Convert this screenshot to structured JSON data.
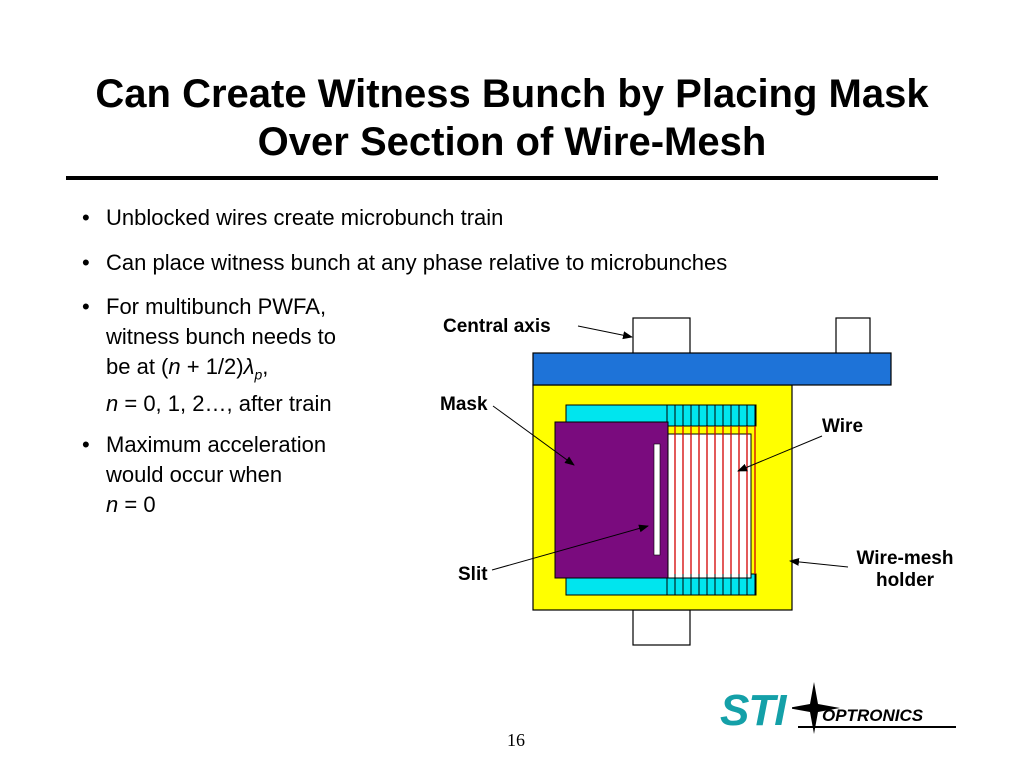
{
  "title": {
    "line1": "Can Create Witness Bunch by Placing Mask",
    "line2": "Over Section of Wire-Mesh"
  },
  "bullets": {
    "b1": "Unblocked wires create microbunch train",
    "b2": "Can place witness bunch at any phase relative to microbunches",
    "b3_line1": "For multibunch PWFA,",
    "b3_line2": "witness bunch needs to",
    "b3_line3_pre": "be at (",
    "b3_line3_n": "n",
    "b3_line3_mid": " + 1/2)",
    "b3_line3_lambda": "λ",
    "b3_line3_sub": "p",
    "b3_line3_post": ",",
    "b3_line4_n": "n",
    "b3_line4_rest": " = 0, 1, 2…, after train",
    "b4_line1": "Maximum acceleration",
    "b4_line2": "would occur when",
    "b4_line3_n": "n",
    "b4_line3_rest": " = 0",
    "bullet_symbol": "•"
  },
  "diagram": {
    "labels": {
      "central_axis": "Central axis",
      "mask": "Mask",
      "wire": "Wire",
      "slit": "Slit",
      "holder_line1": "Wire-mesh",
      "holder_line2": "holder"
    },
    "colors": {
      "holder": "#ffff00",
      "axis_bar": "#1e73d8",
      "mesh_frame": "#00e5ee",
      "mask": "#7a0b7e",
      "wire": "#d40000",
      "slit": "#ffffff"
    }
  },
  "footer": {
    "page_number": "16",
    "logo_sti": "STI",
    "logo_optronics": "OPTRONICS"
  }
}
